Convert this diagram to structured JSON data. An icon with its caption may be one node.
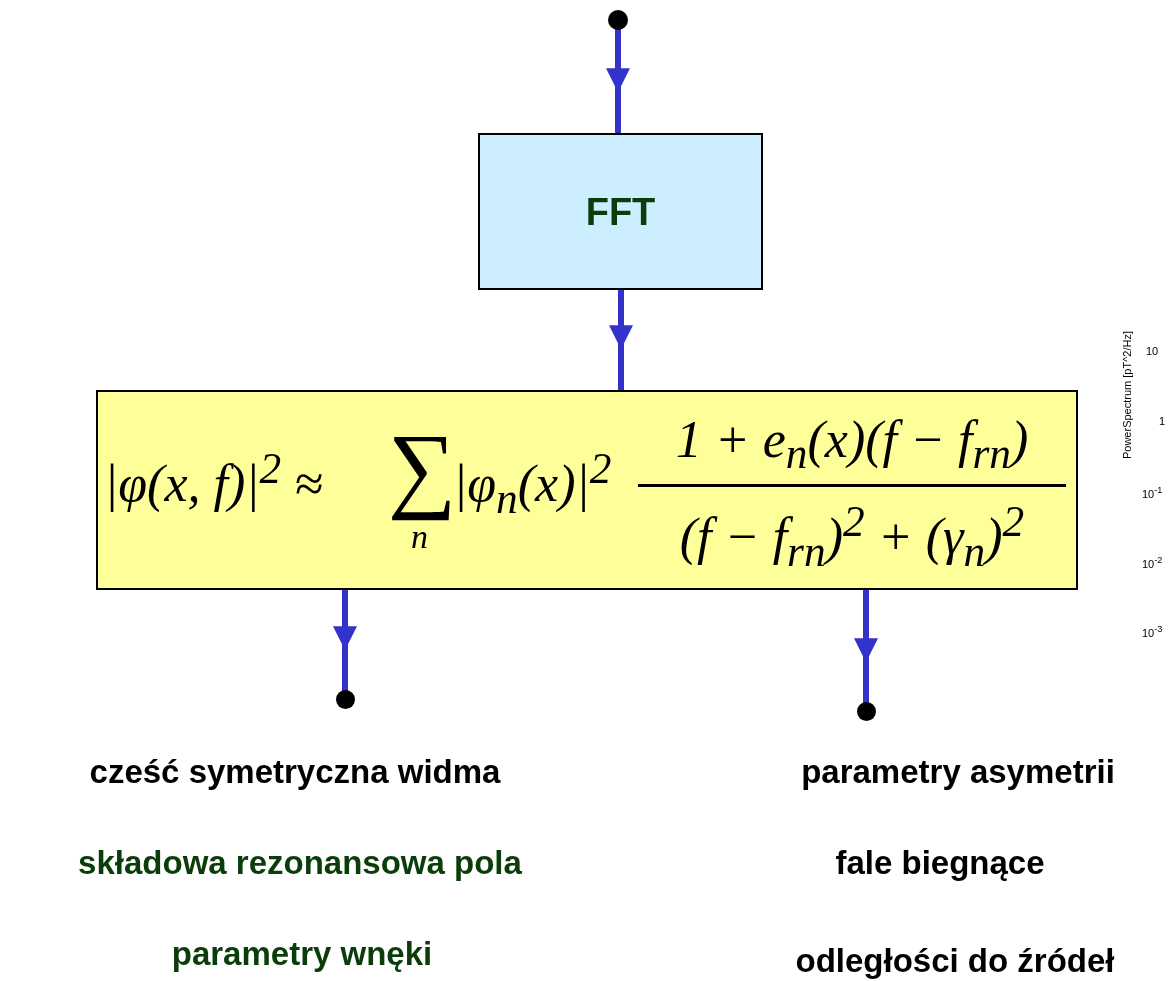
{
  "diagram": {
    "nodes": [
      {
        "text": [],
        "shape": "circle"
      },
      {
        "text": [
          "FFT"
        ]
      },
      {
        "text": [
          "|φ(x, f)|$^{2}$ ≈",
          "∑",
          "n",
          "|φ$_{n}$(x)|$^{2}$",
          "1 + e$_{n}$(x)(f − f$_{rn}$)",
          "(f − f$_{rn}$)$^{2}$ + (γ$_{n}$)$^{2}$"
        ]
      },
      {
        "text": [],
        "shape": "circle"
      },
      {
        "text": [],
        "shape": "circle"
      }
    ],
    "edges": [
      {
        "from": 0,
        "to": 1,
        "arrow": "to"
      },
      {
        "from": 1,
        "to": 2,
        "arrow": "to"
      },
      {
        "from": 2,
        "to": 3,
        "arrow": "to"
      },
      {
        "from": 2,
        "to": 4,
        "arrow": "to"
      }
    ],
    "labels": [
      "PowerSpectrum [pT^2/Hz]",
      "10",
      "1",
      "10$^{-1}$",
      "10$^{-2}$",
      "10$^{-3}$",
      "cześć symetryczna widma",
      "parametry asymetrii",
      "składowa rezonansowa pola",
      "fale biegnące",
      "parametry wnęki",
      "odległości do źródeł"
    ]
  }
}
